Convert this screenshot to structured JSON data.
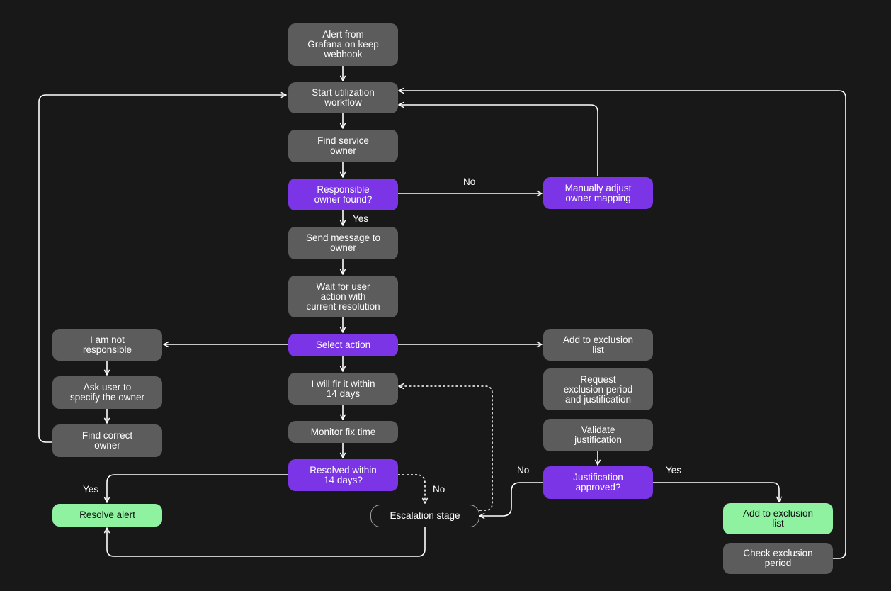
{
  "nodes": {
    "alert": "Alert from\nGrafana on keep\nwebhook",
    "start": "Start utilization\nworkflow",
    "find_owner": "Find service\nowner",
    "owner_found": "Responsible\nowner found?",
    "manual_adjust": "Manually adjust\nowner mapping",
    "send_message": "Send message to\nowner",
    "wait_action": "Wait for user\naction with\ncurrent resolution",
    "select_action": "Select action",
    "not_responsible": "I am not\nresponsible",
    "ask_user": "Ask user to\nspecify the owner",
    "find_correct": "Find correct\nowner",
    "fix_14": "I will fir it within\n14 days",
    "monitor_fix": "Monitor fix time",
    "resolved_14": "Resolved within\n14 days?",
    "resolve_alert": "Resolve alert",
    "escalation": "Escalation stage",
    "add_exclusion": "Add to exclusion\nlist",
    "request_exclusion": "Request\nexclusion period\nand justification",
    "validate": "Validate\njustification",
    "justification_approved": "Justification\napproved?",
    "add_exclusion_final": "Add to exclusion\nlist",
    "check_exclusion": "Check exclusion\nperiod"
  },
  "edge_labels": {
    "owner_no": "No",
    "owner_yes": "Yes",
    "resolved_yes": "Yes",
    "resolved_no": "No",
    "just_no": "No",
    "just_yes": "Yes"
  },
  "colors": {
    "background": "#181818",
    "process": "#5c5c5c",
    "decision": "#7b35e6",
    "terminal": "#8ef2a1",
    "connector": "#ffffff"
  }
}
